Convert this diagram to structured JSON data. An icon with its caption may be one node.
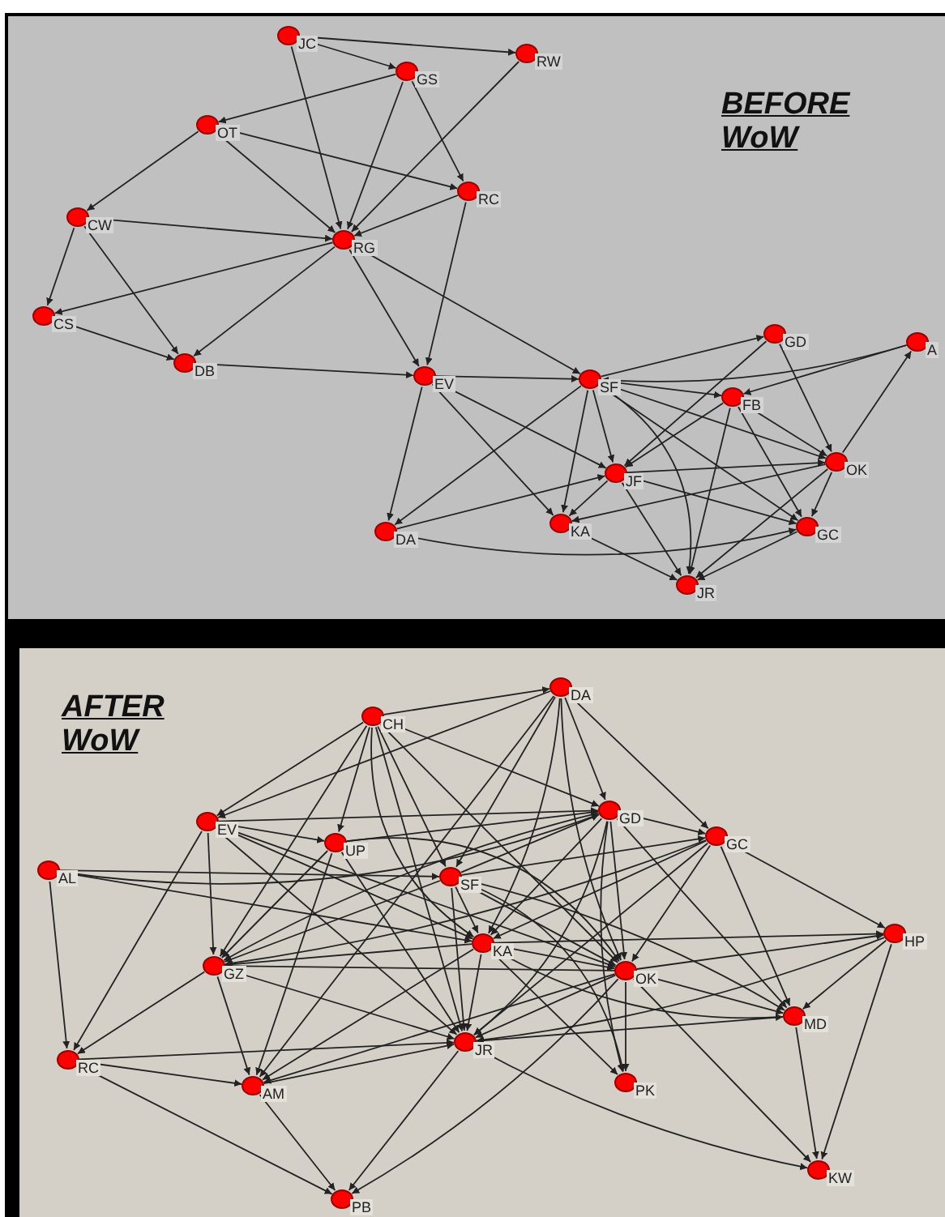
{
  "diagram": {
    "nodes": [
      {
        "text": [
          "BEFORE WoW"
        ]
      },
      {
        "text": [
          "JC"
        ],
        "in": 0
      },
      {
        "text": [
          "GS"
        ],
        "in": 0
      },
      {
        "text": [
          "RW"
        ],
        "in": 0
      },
      {
        "text": [
          "OT"
        ],
        "in": 0
      },
      {
        "text": [
          "RC"
        ],
        "in": 0
      },
      {
        "text": [
          "CW"
        ],
        "in": 0
      },
      {
        "text": [
          "RG"
        ],
        "in": 0
      },
      {
        "text": [
          "CS"
        ],
        "in": 0
      },
      {
        "text": [
          "DB"
        ],
        "in": 0
      },
      {
        "text": [
          "EV"
        ],
        "in": 0
      },
      {
        "text": [
          "SF"
        ],
        "in": 0
      },
      {
        "text": [
          "GD"
        ],
        "in": 0
      },
      {
        "text": [
          "A"
        ],
        "in": 0
      },
      {
        "text": [
          "FB"
        ],
        "in": 0
      },
      {
        "text": [
          "JF"
        ],
        "in": 0
      },
      {
        "text": [
          "OK"
        ],
        "in": 0
      },
      {
        "text": [
          "DA"
        ],
        "in": 0
      },
      {
        "text": [
          "KA"
        ],
        "in": 0
      },
      {
        "text": [
          "GC"
        ],
        "in": 0
      },
      {
        "text": [
          "JR"
        ],
        "in": 0
      },
      {
        "text": [
          "AFTER WoW"
        ]
      },
      {
        "text": [
          "DA"
        ],
        "in": 21
      },
      {
        "text": [
          "CH"
        ],
        "in": 21
      },
      {
        "text": [
          "EV"
        ],
        "in": 21
      },
      {
        "text": [
          "UP"
        ],
        "in": 21
      },
      {
        "text": [
          "AL"
        ],
        "in": 21
      },
      {
        "text": [
          "SF"
        ],
        "in": 21
      },
      {
        "text": [
          "GD"
        ],
        "in": 21
      },
      {
        "text": [
          "GC"
        ],
        "in": 21
      },
      {
        "text": [
          "KA"
        ],
        "in": 21
      },
      {
        "text": [
          "OK"
        ],
        "in": 21
      },
      {
        "text": [
          "GZ"
        ],
        "in": 21
      },
      {
        "text": [
          "HP"
        ],
        "in": 21
      },
      {
        "text": [
          "MD"
        ],
        "in": 21
      },
      {
        "text": [
          "JR"
        ],
        "in": 21
      },
      {
        "text": [
          "RC"
        ],
        "in": 21
      },
      {
        "text": [
          "AM"
        ],
        "in": 21
      },
      {
        "text": [
          "PK"
        ],
        "in": 21
      },
      {
        "text": [
          "KW"
        ],
        "in": 21
      },
      {
        "text": [
          "PB"
        ],
        "in": 21
      }
    ],
    "edges": [
      {
        "from": 1,
        "to": 3,
        "arrow": "to"
      },
      {
        "from": 1,
        "to": 2,
        "arrow": "to"
      },
      {
        "from": 1,
        "to": 7,
        "arrow": "to"
      },
      {
        "from": 2,
        "to": 4,
        "arrow": "to"
      },
      {
        "from": 2,
        "to": 7,
        "arrow": "to"
      },
      {
        "from": 2,
        "to": 5,
        "arrow": "to"
      },
      {
        "from": 4,
        "to": 6,
        "arrow": "to"
      },
      {
        "from": 4,
        "to": 5,
        "arrow": "to"
      },
      {
        "from": 4,
        "to": 7,
        "arrow": "to"
      },
      {
        "from": 6,
        "to": 7,
        "arrow": "to"
      },
      {
        "from": 6,
        "to": 8,
        "arrow": "to"
      },
      {
        "from": 6,
        "to": 9,
        "arrow": "to"
      },
      {
        "from": 7,
        "to": 8,
        "arrow": "to"
      },
      {
        "from": 8,
        "to": 9,
        "arrow": "to"
      },
      {
        "from": 7,
        "to": 9,
        "arrow": "to"
      },
      {
        "from": 9,
        "to": 10,
        "arrow": "to"
      },
      {
        "from": 3,
        "to": 7,
        "arrow": "to"
      },
      {
        "from": 5,
        "to": 7,
        "arrow": "to"
      },
      {
        "from": 5,
        "to": 10,
        "arrow": "to"
      },
      {
        "from": 7,
        "to": 10,
        "arrow": "to"
      },
      {
        "from": 7,
        "to": 11,
        "arrow": "to"
      },
      {
        "from": 10,
        "to": 11,
        "arrow": "to"
      },
      {
        "from": 10,
        "to": 17,
        "arrow": "to"
      },
      {
        "from": 10,
        "to": 15,
        "arrow": "to"
      },
      {
        "from": 10,
        "to": 18,
        "arrow": "to"
      },
      {
        "from": 11,
        "to": 12,
        "arrow": "to"
      },
      {
        "from": 13,
        "to": 11,
        "arrow": "to"
      },
      {
        "from": 11,
        "to": 14,
        "arrow": "to"
      },
      {
        "from": 11,
        "to": 16,
        "arrow": "to"
      },
      {
        "from": 11,
        "to": 15,
        "arrow": "to"
      },
      {
        "from": 11,
        "to": 18,
        "arrow": "to"
      },
      {
        "from": 11,
        "to": 17,
        "arrow": "to"
      },
      {
        "from": 11,
        "to": 20,
        "arrow": "to"
      },
      {
        "from": 11,
        "to": 19,
        "arrow": "to"
      },
      {
        "from": 12,
        "to": 15,
        "arrow": "to"
      },
      {
        "from": 12,
        "to": 16,
        "arrow": "to"
      },
      {
        "from": 13,
        "to": 14,
        "arrow": "to"
      },
      {
        "from": 16,
        "to": 13,
        "arrow": "to"
      },
      {
        "from": 14,
        "to": 15,
        "arrow": "to"
      },
      {
        "from": 14,
        "to": 20,
        "arrow": "to"
      },
      {
        "from": 14,
        "to": 19,
        "arrow": "to"
      },
      {
        "from": 14,
        "to": 16,
        "arrow": "to"
      },
      {
        "from": 15,
        "to": 16,
        "arrow": "to"
      },
      {
        "from": 15,
        "to": 20,
        "arrow": "to"
      },
      {
        "from": 17,
        "to": 15,
        "arrow": "to"
      },
      {
        "from": 15,
        "to": 18,
        "arrow": "to"
      },
      {
        "from": 15,
        "to": 19,
        "arrow": "to"
      },
      {
        "from": 16,
        "to": 18,
        "arrow": "to"
      },
      {
        "from": 18,
        "to": 20,
        "arrow": "to"
      },
      {
        "from": 17,
        "to": 19,
        "arrow": "to"
      },
      {
        "from": 16,
        "to": 19,
        "arrow": "to"
      },
      {
        "from": 16,
        "to": 20,
        "arrow": "to"
      },
      {
        "from": 19,
        "to": 20,
        "arrow": "to"
      },
      {
        "from": 23,
        "to": 24,
        "arrow": "to"
      },
      {
        "from": 23,
        "to": 22,
        "arrow": "to"
      },
      {
        "from": 23,
        "to": 25,
        "arrow": "to"
      },
      {
        "from": 23,
        "to": 32,
        "arrow": "to"
      },
      {
        "from": 23,
        "to": 27,
        "arrow": "to"
      },
      {
        "from": 23,
        "to": 28,
        "arrow": "to"
      },
      {
        "from": 23,
        "to": 30,
        "arrow": "to"
      },
      {
        "from": 23,
        "to": 31,
        "arrow": "to"
      },
      {
        "from": 23,
        "to": 35,
        "arrow": "to"
      },
      {
        "from": 22,
        "to": 24,
        "arrow": "to"
      },
      {
        "from": 22,
        "to": 29,
        "arrow": "to"
      },
      {
        "from": 22,
        "to": 28,
        "arrow": "to"
      },
      {
        "from": 22,
        "to": 30,
        "arrow": "to"
      },
      {
        "from": 22,
        "to": 27,
        "arrow": "to"
      },
      {
        "from": 22,
        "to": 31,
        "arrow": "to"
      },
      {
        "from": 22,
        "to": 37,
        "arrow": "to"
      },
      {
        "from": 24,
        "to": 25,
        "arrow": "to"
      },
      {
        "from": 24,
        "to": 28,
        "arrow": "to"
      },
      {
        "from": 24,
        "to": 32,
        "arrow": "to"
      },
      {
        "from": 24,
        "to": 30,
        "arrow": "to"
      },
      {
        "from": 24,
        "to": 31,
        "arrow": "to"
      },
      {
        "from": 24,
        "to": 35,
        "arrow": "to"
      },
      {
        "from": 24,
        "to": 36,
        "arrow": "to"
      },
      {
        "from": 26,
        "to": 28,
        "arrow": "to"
      },
      {
        "from": 26,
        "to": 36,
        "arrow": "to"
      },
      {
        "from": 26,
        "to": 30,
        "arrow": "to"
      },
      {
        "from": 26,
        "to": 27,
        "arrow": "to"
      },
      {
        "from": 25,
        "to": 28,
        "arrow": "to"
      },
      {
        "from": 25,
        "to": 32,
        "arrow": "to"
      },
      {
        "from": 25,
        "to": 37,
        "arrow": "to"
      },
      {
        "from": 25,
        "to": 31,
        "arrow": "to"
      },
      {
        "from": 25,
        "to": 35,
        "arrow": "to"
      },
      {
        "from": 27,
        "to": 28,
        "arrow": "to"
      },
      {
        "from": 27,
        "to": 29,
        "arrow": "to"
      },
      {
        "from": 27,
        "to": 32,
        "arrow": "to"
      },
      {
        "from": 27,
        "to": 30,
        "arrow": "to"
      },
      {
        "from": 27,
        "to": 31,
        "arrow": "to"
      },
      {
        "from": 27,
        "to": 35,
        "arrow": "to"
      },
      {
        "from": 27,
        "to": 38,
        "arrow": "to"
      },
      {
        "from": 27,
        "to": 34,
        "arrow": "to"
      },
      {
        "from": 28,
        "to": 29,
        "arrow": "to"
      },
      {
        "from": 28,
        "to": 32,
        "arrow": "to"
      },
      {
        "from": 28,
        "to": 30,
        "arrow": "to"
      },
      {
        "from": 28,
        "to": 31,
        "arrow": "to"
      },
      {
        "from": 28,
        "to": 35,
        "arrow": "to"
      },
      {
        "from": 28,
        "to": 34,
        "arrow": "to"
      },
      {
        "from": 28,
        "to": 38,
        "arrow": "to"
      },
      {
        "from": 29,
        "to": 33,
        "arrow": "to"
      },
      {
        "from": 29,
        "to": 30,
        "arrow": "to"
      },
      {
        "from": 29,
        "to": 35,
        "arrow": "to"
      },
      {
        "from": 29,
        "to": 31,
        "arrow": "to"
      },
      {
        "from": 29,
        "to": 34,
        "arrow": "to"
      },
      {
        "from": 29,
        "to": 32,
        "arrow": "to"
      },
      {
        "from": 30,
        "to": 32,
        "arrow": "to"
      },
      {
        "from": 30,
        "to": 33,
        "arrow": "to"
      },
      {
        "from": 30,
        "to": 31,
        "arrow": "to"
      },
      {
        "from": 30,
        "to": 35,
        "arrow": "to"
      },
      {
        "from": 30,
        "to": 38,
        "arrow": "to"
      },
      {
        "from": 30,
        "to": 37,
        "arrow": "to"
      },
      {
        "from": 30,
        "to": 34,
        "arrow": "to"
      },
      {
        "from": 31,
        "to": 32,
        "arrow": "to"
      },
      {
        "from": 31,
        "to": 35,
        "arrow": "to"
      },
      {
        "from": 31,
        "to": 38,
        "arrow": "to"
      },
      {
        "from": 31,
        "to": 33,
        "arrow": "to"
      },
      {
        "from": 31,
        "to": 39,
        "arrow": "to"
      },
      {
        "from": 31,
        "to": 37,
        "arrow": "to"
      },
      {
        "from": 31,
        "to": 34,
        "arrow": "to"
      },
      {
        "from": 31,
        "to": 40,
        "arrow": "to"
      },
      {
        "from": 32,
        "to": 36,
        "arrow": "to"
      },
      {
        "from": 32,
        "to": 37,
        "arrow": "to"
      },
      {
        "from": 32,
        "to": 35,
        "arrow": "to"
      },
      {
        "from": 33,
        "to": 34,
        "arrow": "to"
      },
      {
        "from": 33,
        "to": 39,
        "arrow": "to"
      },
      {
        "from": 33,
        "to": 35,
        "arrow": "to"
      },
      {
        "from": 34,
        "to": 35,
        "arrow": "to"
      },
      {
        "from": 34,
        "to": 39,
        "arrow": "to"
      },
      {
        "from": 36,
        "to": 35,
        "arrow": "to"
      },
      {
        "from": 36,
        "to": 37,
        "arrow": "to"
      },
      {
        "from": 36,
        "to": 40,
        "arrow": "to"
      },
      {
        "from": 37,
        "to": 35,
        "arrow": "to"
      },
      {
        "from": 37,
        "to": 40,
        "arrow": "to"
      },
      {
        "from": 35,
        "to": 40,
        "arrow": "to"
      },
      {
        "from": 35,
        "to": 39,
        "arrow": "to"
      }
    ]
  }
}
